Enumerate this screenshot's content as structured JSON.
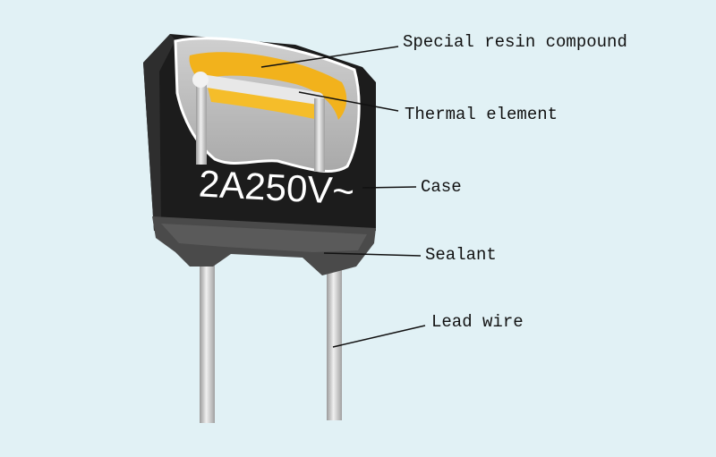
{
  "title": "Thermal fuse construction",
  "component_marking": "2A250V~",
  "labels": {
    "resin": "Special resin compound",
    "thermal_element": "Thermal element",
    "case": "Case",
    "sealant": "Sealant",
    "lead_wire": "Lead wire"
  },
  "colors": {
    "background": "#e1f1f5",
    "case": "#1c1c1c",
    "resin": "#f2b21c",
    "sealant": "#4a4a4a",
    "lead": "#c8c8c8"
  }
}
